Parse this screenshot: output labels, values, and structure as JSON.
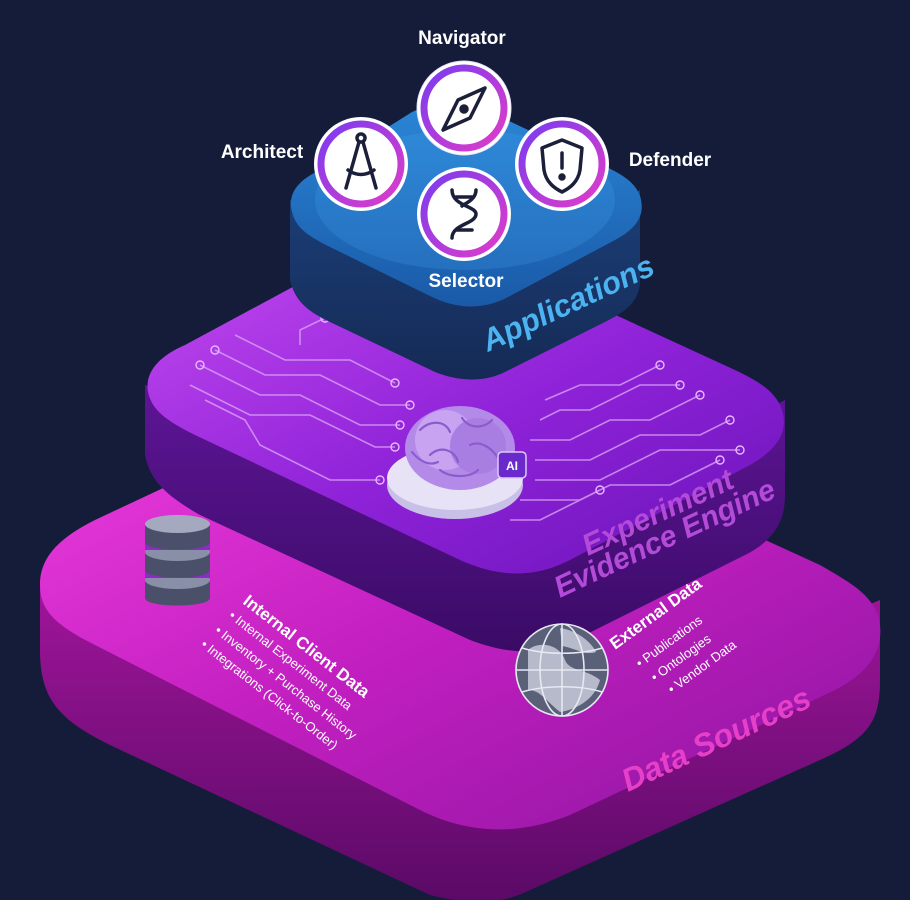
{
  "diagram": {
    "layers": {
      "applications": {
        "title": "Applications",
        "color": "#4bb3f0"
      },
      "engine": {
        "title_line1": "Experiment",
        "title_line2": "Evidence Engine",
        "color": "#b34ad8"
      },
      "sources": {
        "title": "Data Sources",
        "color": "#e640c8"
      }
    },
    "apps": {
      "navigator": {
        "label": "Navigator",
        "icon": "compass-icon"
      },
      "architect": {
        "label": "Architect",
        "icon": "drafting-compass-icon"
      },
      "defender": {
        "label": "Defender",
        "icon": "shield-alert-icon"
      },
      "selector": {
        "label": "Selector",
        "icon": "dna-icon"
      }
    },
    "engine_core": {
      "chip_label": "AI",
      "icon": "brain-icon"
    },
    "internal": {
      "title": "Internal Client Data",
      "items": [
        "• Internal Experiment Data",
        "• Inventory + Purchase History",
        "• Integrations (Click-to-Order)"
      ],
      "icon": "database-icon"
    },
    "external": {
      "title": "External Data",
      "items": [
        "• Publications",
        "• Ontologies",
        "• Vendor Data"
      ],
      "icon": "globe-icon"
    },
    "colors": {
      "background": "#141c3a",
      "magenta": "#d61fc4",
      "purple": "#9a28e0",
      "blue": "#1d6fb8",
      "icon_ring": "#c23ad8"
    }
  }
}
